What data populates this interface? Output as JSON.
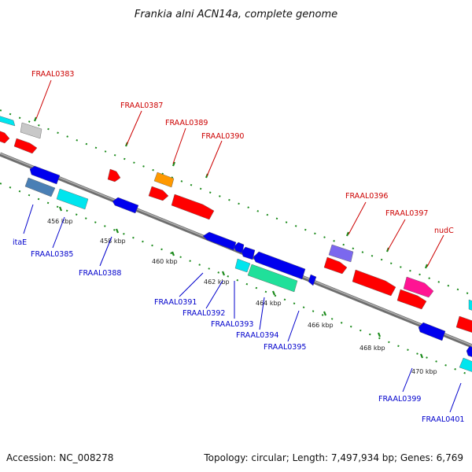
{
  "title": "Frankia alni ACN14a, complete genome",
  "footer": {
    "accession": "Accession: NC_008278",
    "topology": "Topology: circular; Length: 7,497,934 bp; Genes: 6,769"
  },
  "colors": {
    "backbone": "#8a8a8a",
    "tick": "#1a8a1a",
    "forward_label": "#cc0000",
    "reverse_label": "#0000cc",
    "red": "#ff0000",
    "blue": "#0000ee",
    "cyan": "#00e5ee",
    "gray": "#c8c8c8",
    "orange": "#ff9900",
    "steelblue": "#4a7fb5",
    "slateblue": "#7b68ee",
    "green": "#20e09a",
    "magenta": "#ff1493"
  },
  "scale": {
    "unit": "kbp",
    "ticks": [
      "456 kbp",
      "458 kbp",
      "460 kbp",
      "462 kbp",
      "464 kbp",
      "466 kbp",
      "468 kbp",
      "470 kbp"
    ]
  },
  "forward_labels": [
    "FRAAL0383",
    "FRAAL0387",
    "FRAAL0389",
    "FRAAL0390",
    "FRAAL0396",
    "FRAAL0397",
    "nudC"
  ],
  "reverse_labels": [
    "itaE",
    "FRAAL0385",
    "FRAAL0388",
    "FRAAL0391",
    "FRAAL0392",
    "FRAAL0393",
    "FRAAL0394",
    "FRAAL0395",
    "FRAAL0399",
    "FRAAL0401"
  ]
}
